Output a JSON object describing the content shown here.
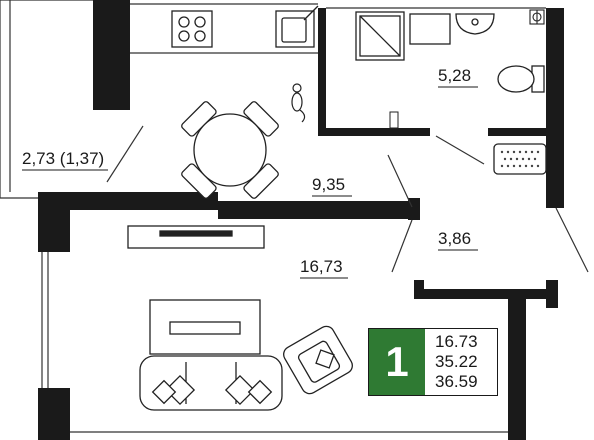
{
  "colors": {
    "wall": "#1a1a1a",
    "accent": "#2f7a33",
    "line": "#333333",
    "pattern": "#444444"
  },
  "rooms": [
    {
      "id": "balcony",
      "label": "2,73 (1,37)"
    },
    {
      "id": "kitchen",
      "label": "9,35"
    },
    {
      "id": "bathroom",
      "label": "5,28"
    },
    {
      "id": "hallway",
      "label": "3,86"
    },
    {
      "id": "living-room",
      "label": "16,73"
    }
  ],
  "badge": {
    "room_count": "1",
    "values": [
      "16.73",
      "35.22",
      "36.59"
    ]
  },
  "icons": [
    "stove-icon",
    "sink-icon",
    "shower-icon",
    "toilet-icon",
    "washbasin-icon",
    "bath-mat-icon",
    "dining-table-icon",
    "sofa-icon",
    "armchair-icon",
    "tv-stand-icon",
    "coffee-table-icon",
    "washing-machine-icon",
    "cat-icon"
  ]
}
